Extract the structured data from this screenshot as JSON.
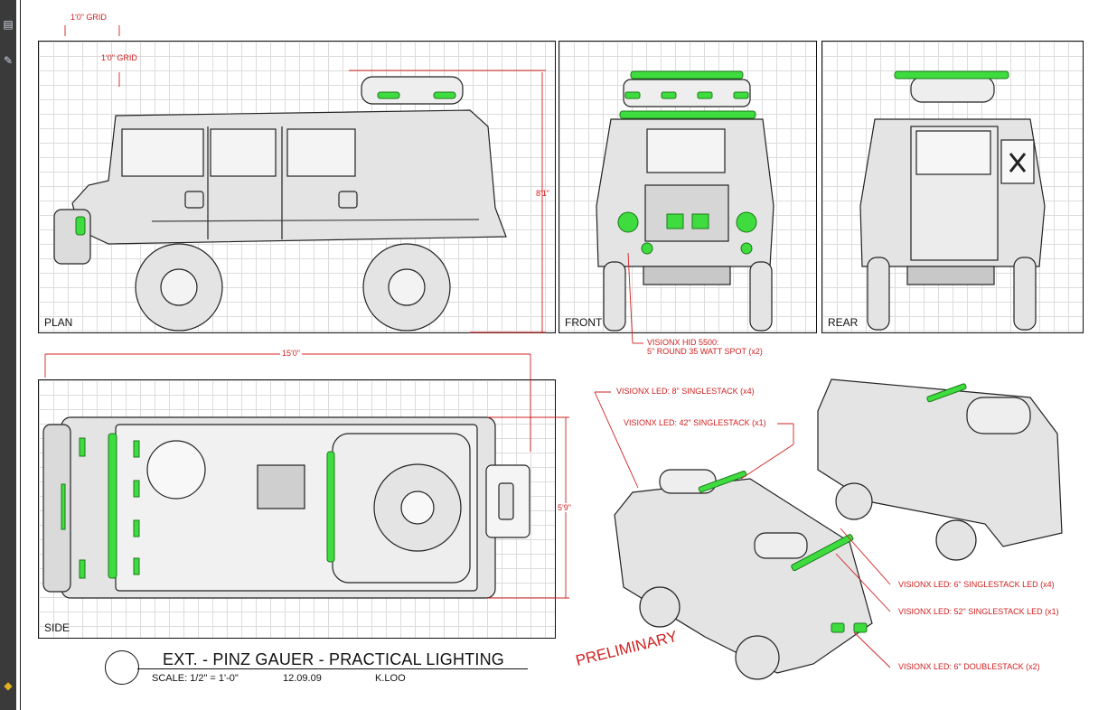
{
  "panels": {
    "plan": "PLAN",
    "front": "FRONT",
    "rear": "REAR",
    "side": "SIDE"
  },
  "grid_labels": {
    "top": "1'0\" GRID",
    "left": "1'0\" GRID"
  },
  "dimensions": {
    "height": "8'1\"",
    "length": "15'0\"",
    "width": "5'9\""
  },
  "callouts": {
    "hid_line1": "VISIONX HID 5500:",
    "hid_line2": "5\" ROUND 35 WATT SPOT (x2)",
    "led8": "VISIONX LED: 8\" SINGLESTACK (x4)",
    "led42": "VISIONX LED: 42\" SINGLESTACK (x1)",
    "led6s": "VISIONX LED: 6\" SINGLESTACK LED (x4)",
    "led52": "VISIONX LED: 52\" SINGLESTACK LED (x1)",
    "led6d": "VISIONX LED: 6\" DOUBLESTACK (x2)"
  },
  "title_block": {
    "title": "EXT. - PINZ GAUER - PRACTICAL LIGHTING",
    "scale": "SCALE: 1/2\" = 1'-0\"",
    "date": "12.09.09",
    "author": "K.LOO"
  },
  "stamp": "PRELIMINARY",
  "colors": {
    "annotation": "#d02020",
    "led": "#3fdc3f",
    "vehicle_fill": "#e4e4e4",
    "line": "#222222"
  }
}
